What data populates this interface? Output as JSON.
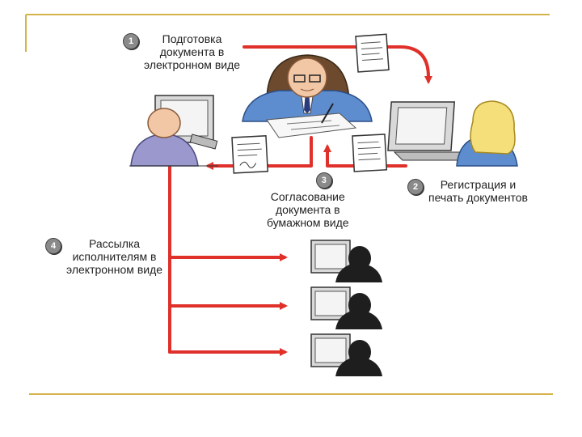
{
  "steps": [
    {
      "number": "1",
      "lines": [
        "Подготовка",
        "документа в",
        "электронном виде"
      ]
    },
    {
      "number": "2",
      "lines": [
        "Регистрация и",
        "печать документов"
      ]
    },
    {
      "number": "3",
      "lines": [
        "Согласование",
        "документа в",
        "бумажном виде"
      ]
    },
    {
      "number": "4",
      "lines": [
        "Рассылка",
        "исполнителям в",
        "электронном виде"
      ]
    }
  ],
  "colors": {
    "arrow": "#e0302a",
    "frame_line": "#d4b34a",
    "silhouette": "#1e1e1e"
  },
  "icons": [
    "manager-at-desk-icon",
    "operator-at-computer-icon",
    "secretary-at-laptop-icon",
    "paper-document-icon",
    "recipient-at-monitor-icon"
  ]
}
